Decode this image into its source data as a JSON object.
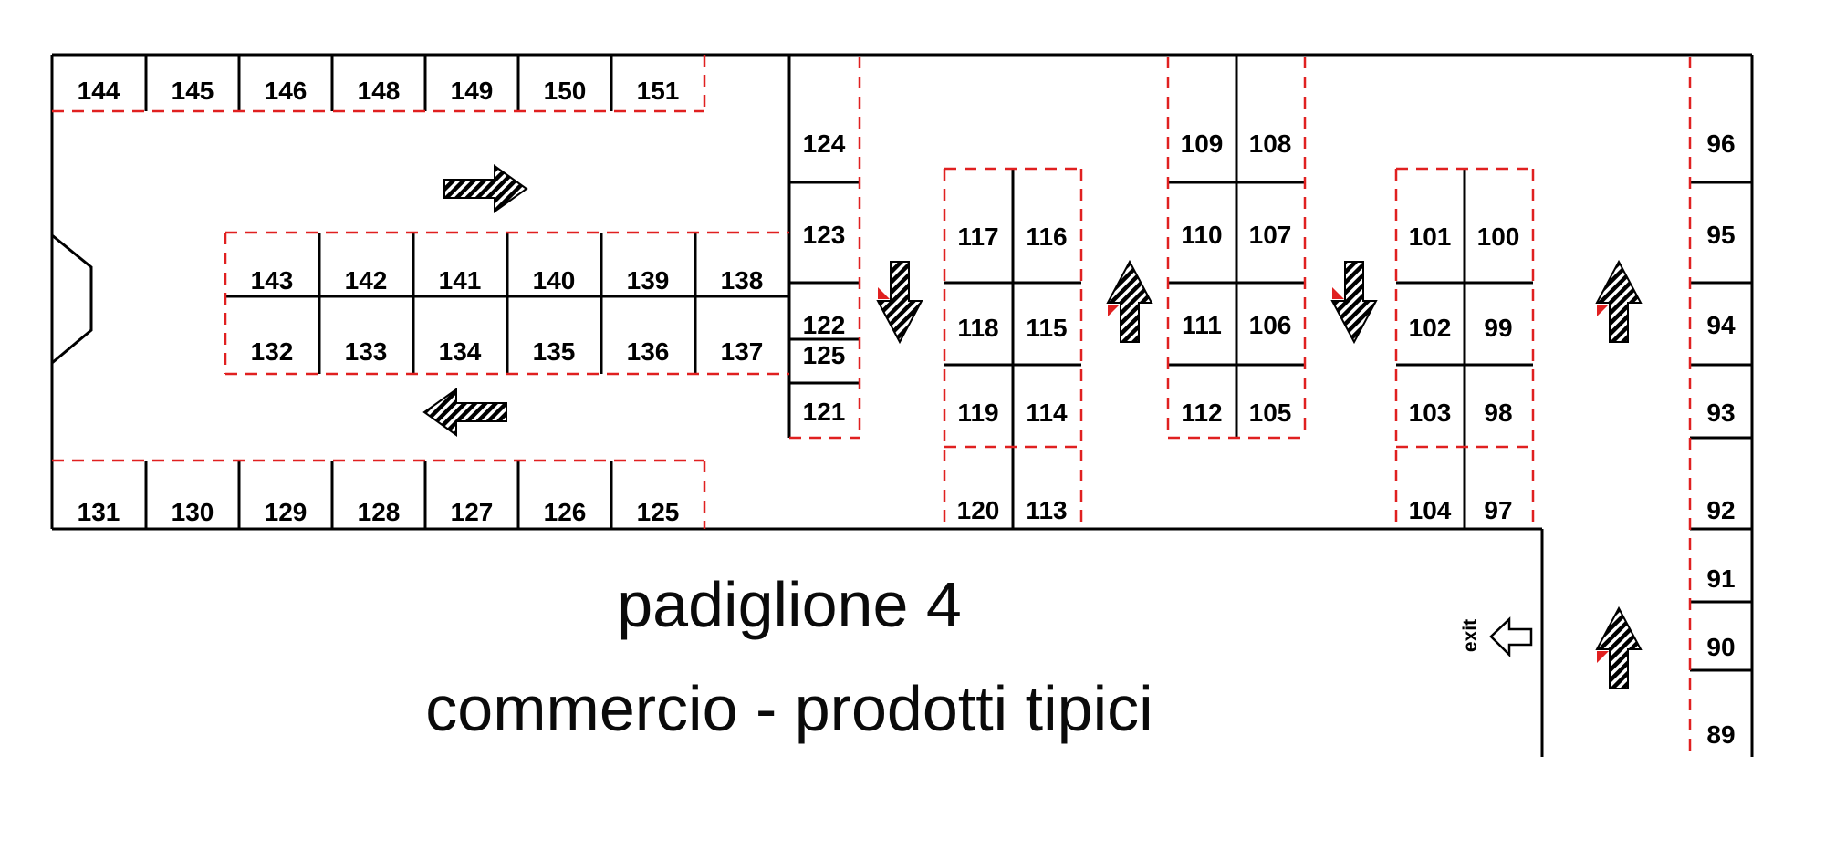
{
  "title": {
    "line1": "padiglione 4",
    "line2": "commercio - prodotti tipici"
  },
  "exit_label": "exit",
  "colors": {
    "background": "#ffffff",
    "linework": "#000000",
    "dashed_outline": "#e02020"
  },
  "booths": {
    "top_row": [
      "144",
      "145",
      "146",
      "148",
      "149",
      "150",
      "151"
    ],
    "middle_top": [
      "143",
      "142",
      "141",
      "140",
      "139",
      "138"
    ],
    "middle_bottom": [
      "132",
      "133",
      "134",
      "135",
      "136",
      "137"
    ],
    "bottom_row": [
      "131",
      "130",
      "129",
      "128",
      "127",
      "126",
      "125"
    ],
    "column_left": [
      "124",
      "123",
      "122",
      "125",
      "121"
    ],
    "block_b": [
      [
        "117",
        "116"
      ],
      [
        "118",
        "115"
      ],
      [
        "119",
        "114"
      ],
      [
        "120",
        "113"
      ]
    ],
    "block_c": [
      [
        "109",
        "108"
      ],
      [
        "110",
        "107"
      ],
      [
        "111",
        "106"
      ],
      [
        "112",
        "105"
      ]
    ],
    "block_d": [
      [
        "101",
        "100"
      ],
      [
        "102",
        "99"
      ],
      [
        "103",
        "98"
      ],
      [
        "104",
        "97"
      ]
    ],
    "right_column": [
      "96",
      "95",
      "94",
      "93",
      "92",
      "91",
      "90",
      "89"
    ]
  },
  "arrows": [
    {
      "name": "flow-arrow-right",
      "direction": "right"
    },
    {
      "name": "flow-arrow-left",
      "direction": "left"
    },
    {
      "name": "aisle-arrow-down-1",
      "direction": "down"
    },
    {
      "name": "aisle-arrow-up-1",
      "direction": "up"
    },
    {
      "name": "aisle-arrow-down-2",
      "direction": "down"
    },
    {
      "name": "aisle-arrow-up-2",
      "direction": "up"
    },
    {
      "name": "exit-aisle-arrow-up",
      "direction": "up"
    },
    {
      "name": "exit-arrow",
      "direction": "left"
    }
  ]
}
